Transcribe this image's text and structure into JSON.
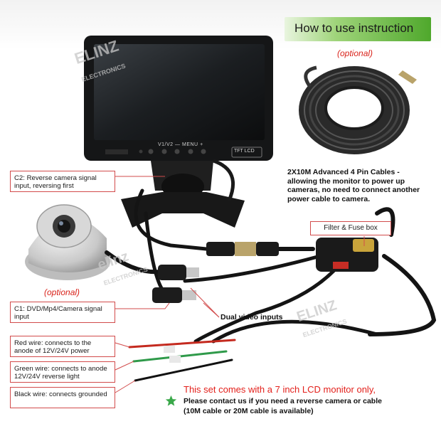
{
  "header": {
    "title": "How to use instruction"
  },
  "watermarks": {
    "top": {
      "brand": "ELINZ",
      "sub": "ELECTRONICS"
    },
    "middle": {
      "brand": "elinz",
      "sub": "ELECTRONICS"
    },
    "right": {
      "brand": "ELINZ",
      "sub": "ELECTRONICS"
    }
  },
  "monitor": {
    "buttons": [
      "V1/V2",
      "—",
      "MENU",
      "+"
    ],
    "badge": "TFT LCD"
  },
  "labels": {
    "c2": "C2:  Reverse camera signal input, reversing first",
    "c1": "C1:  DVD/Mp4/Camera signal input",
    "red_wire": "Red wire: connects to the anode of 12V/24V power",
    "green_wire": "Green wire: connects to anode 12V/24V reverse light",
    "black_wire": "Black wire: connects grounded"
  },
  "optional_labels": {
    "camera": "(optional)",
    "cable": "(optional)"
  },
  "cable_note": "2X10M Advanced 4 Pin Cables - allowing the monitor to power up cameras, no need to connect another power cable to camera.",
  "filter_box": "Filter & Fuse box",
  "dual_video": "Dual video inputs",
  "bottom": {
    "red_line": "This set comes with a 7 inch LCD monitor only,",
    "contact_line1": "Please contact us if you need a reverse camera or cable",
    "contact_line2": "(10M cable or 20M cable is available)"
  },
  "colors": {
    "accent_red": "#d9241c",
    "header_green": "#4fa82c",
    "box_border": "#d24b4b"
  },
  "icons": {
    "bullet": "star-icon"
  }
}
